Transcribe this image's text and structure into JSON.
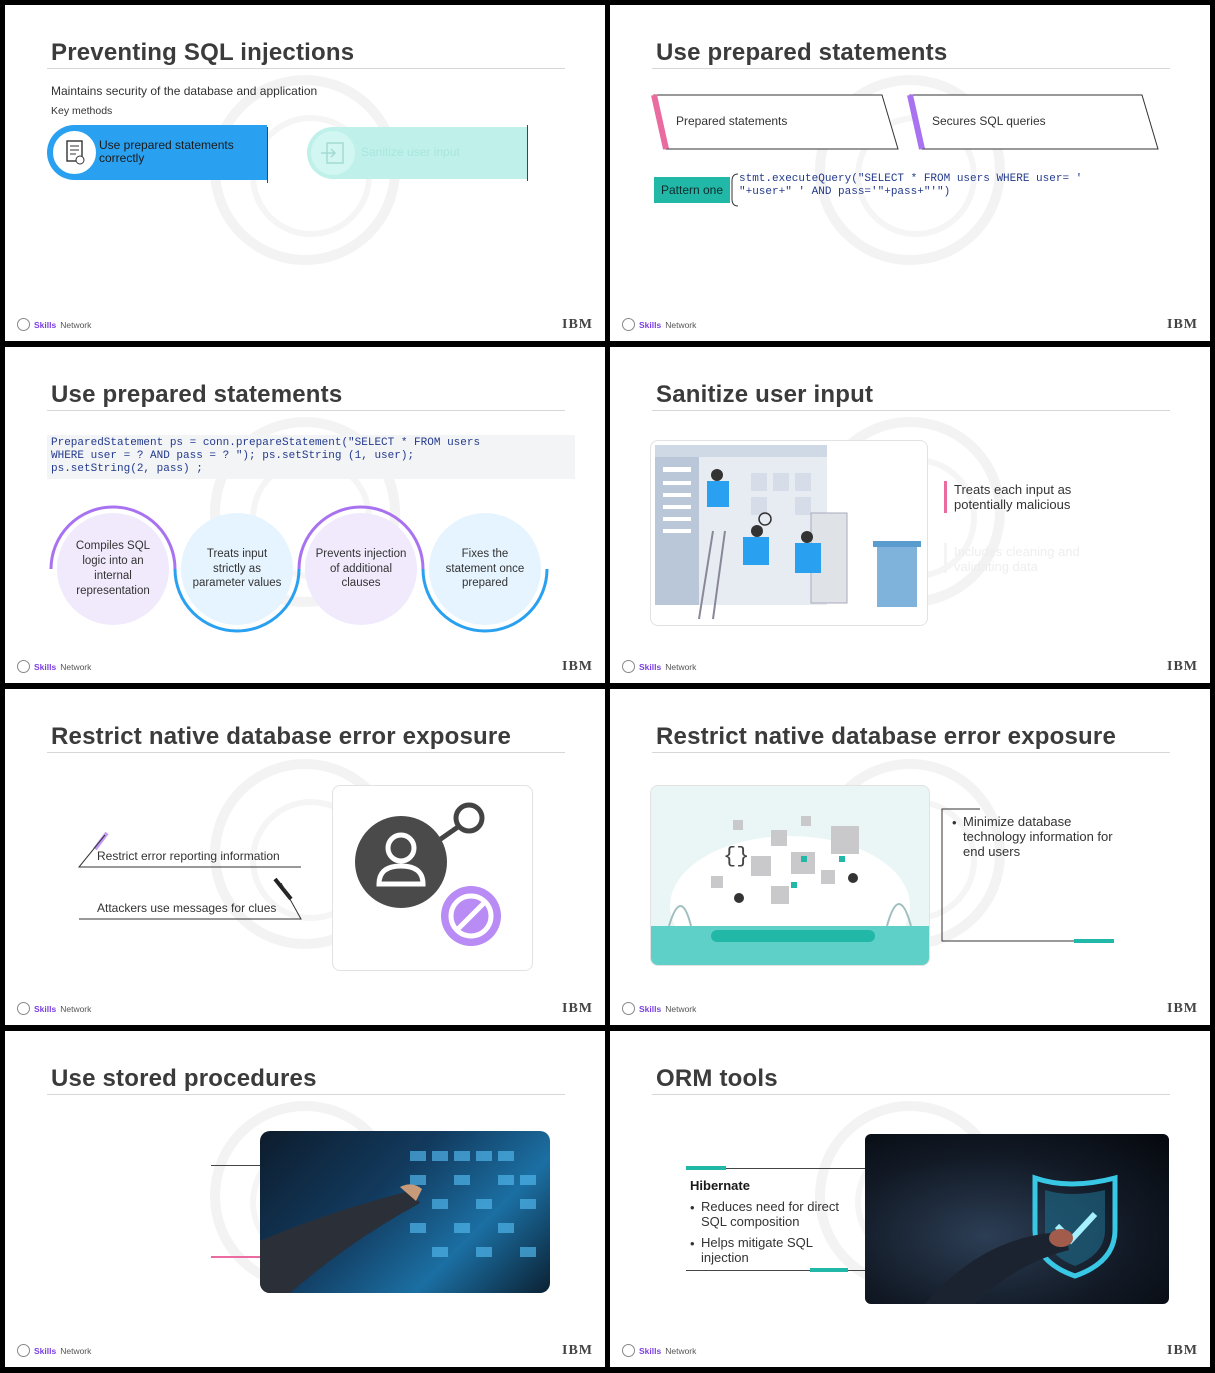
{
  "footer": {
    "logo_bold": "Skills",
    "logo_rest": " Network",
    "brand": "IBM"
  },
  "slide1": {
    "title": "Preventing SQL injections",
    "subtitle": "Maintains security of the database and application",
    "label": "Key methods",
    "method1": "Use prepared statements correctly",
    "method2": "Sanitize user input"
  },
  "slide2": {
    "title": "Use prepared statements",
    "box1": "Prepared statements",
    "box2": "Secures SQL queries",
    "pattern_label": "Pattern one",
    "code_line1": "stmt.executeQuery(\"SELECT * FROM users WHERE user= '",
    "code_line2": "\"+user+\" ' AND pass='\"+pass+\"'\")"
  },
  "slide3": {
    "title": "Use prepared statements",
    "code_line1": "PreparedStatement ps = conn.prepareStatement(\"SELECT * FROM users",
    "code_line2": "WHERE user = ? AND pass = ? \"); ps.setString (1, user);",
    "code_line3": "ps.setString(2, pass) ;",
    "steps": [
      "Compiles SQL logic into an internal representation",
      "Treats input strictly as parameter values",
      "Prevents injection of additional clauses",
      "Fixes the statement once prepared"
    ]
  },
  "slide4": {
    "title": "Sanitize user input",
    "point1": "Treats each input as potentially malicious",
    "point2": "Includes cleaning and validating data"
  },
  "slide5": {
    "title": "Restrict native database error exposure",
    "item1": "Restrict error reporting information",
    "item2": "Attackers use messages for clues"
  },
  "slide6": {
    "title": "Restrict native database error exposure",
    "bullet": "Minimize database technology information for end users"
  },
  "slide7": {
    "title": "Use stored procedures"
  },
  "slide8": {
    "title": "ORM tools",
    "heading": "Hibernate",
    "bullets": [
      "Reduces need for direct SQL composition",
      "Helps mitigate SQL injection"
    ]
  },
  "colors": {
    "accent_blue": "#2aa1f0",
    "accent_teal": "#21b8a8",
    "accent_purple": "#a872f0",
    "accent_pink": "#e96b9f"
  }
}
